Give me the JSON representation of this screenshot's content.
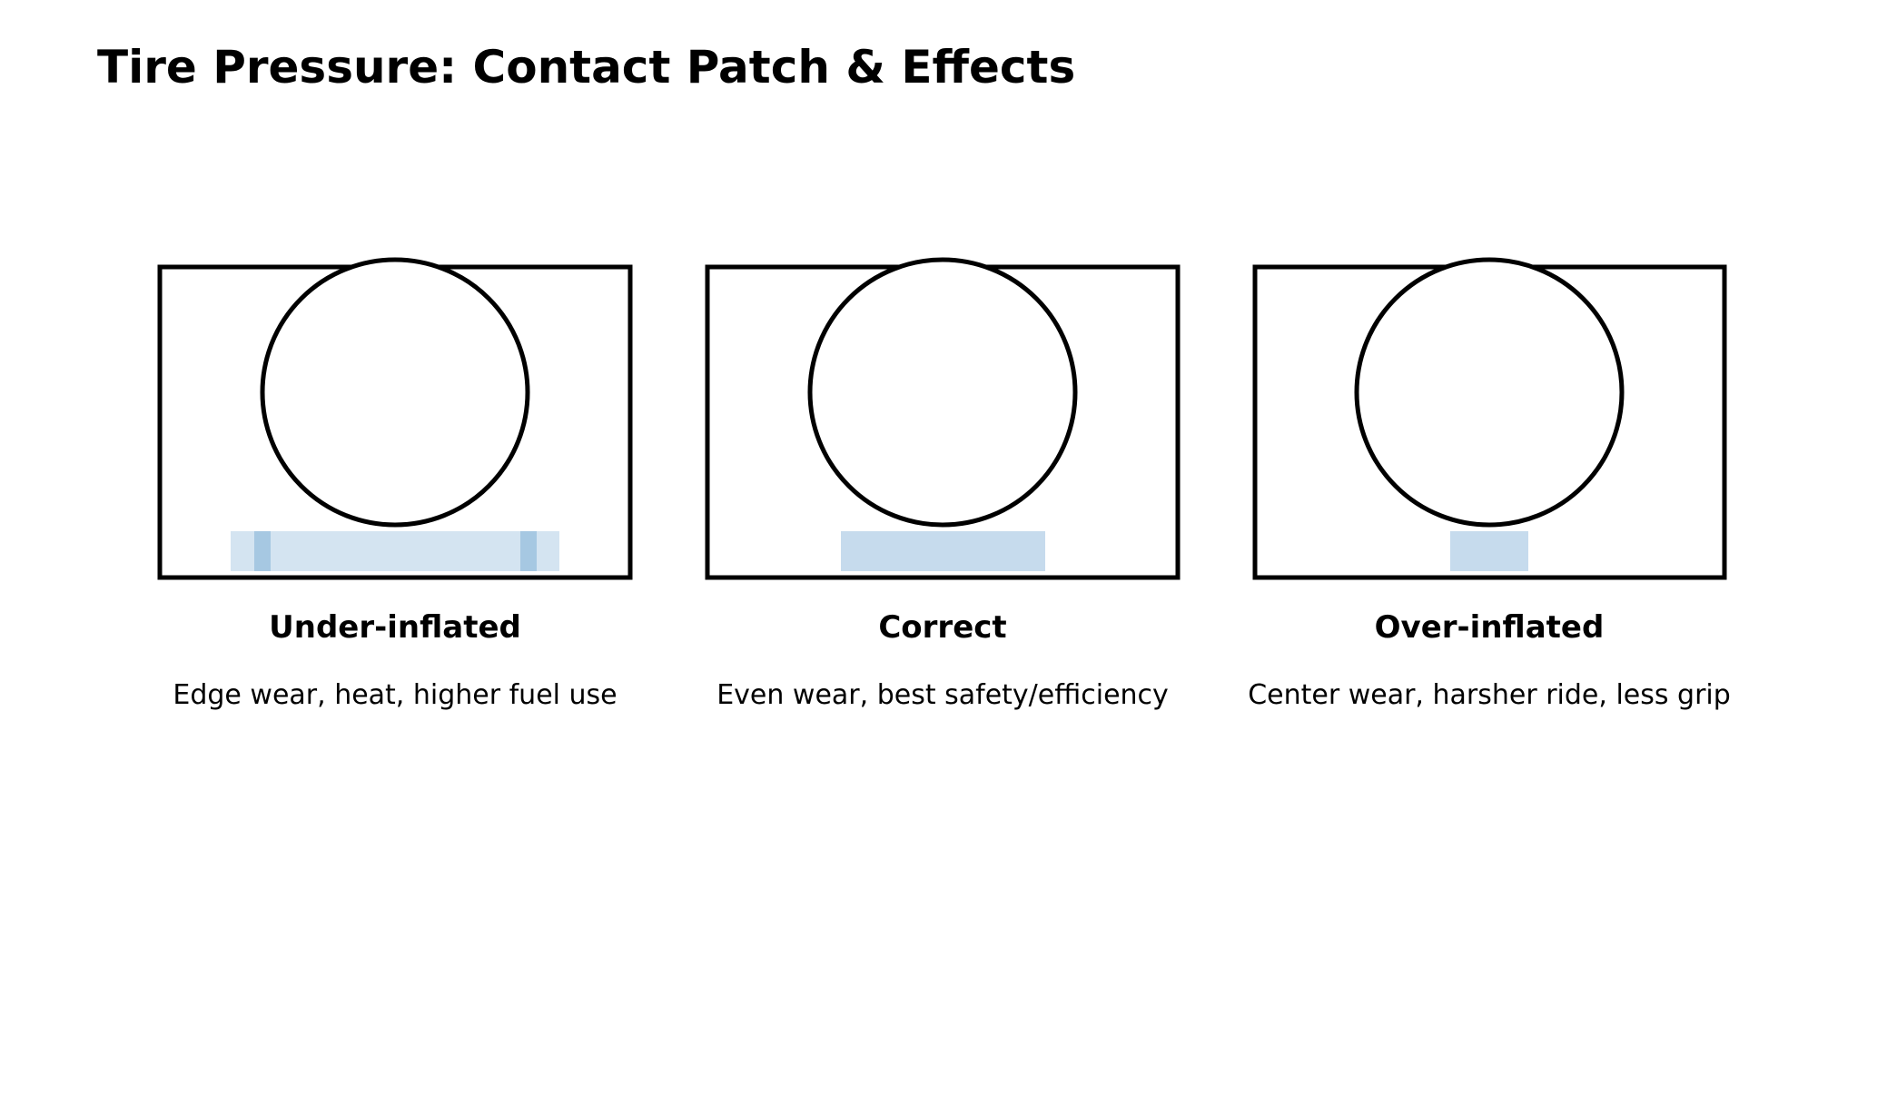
{
  "title": "Tire Pressure: Contact Patch & Effects",
  "colors": {
    "outline": "#000000",
    "patch": "#c6dbed",
    "patch_light": "#d4e4f1",
    "edge_wear": "#a6c8e2"
  },
  "panels": [
    {
      "id": "under",
      "label": "Under-inflated",
      "description": "Edge wear, heat, higher fuel use",
      "contact_patch": "wide",
      "wear_zones": "edges"
    },
    {
      "id": "correct",
      "label": "Correct",
      "description": "Even wear, best safety/efficiency",
      "contact_patch": "medium",
      "wear_zones": "even"
    },
    {
      "id": "over",
      "label": "Over-inflated",
      "description": "Center wear, harsher ride, less grip",
      "contact_patch": "narrow",
      "wear_zones": "center"
    }
  ]
}
